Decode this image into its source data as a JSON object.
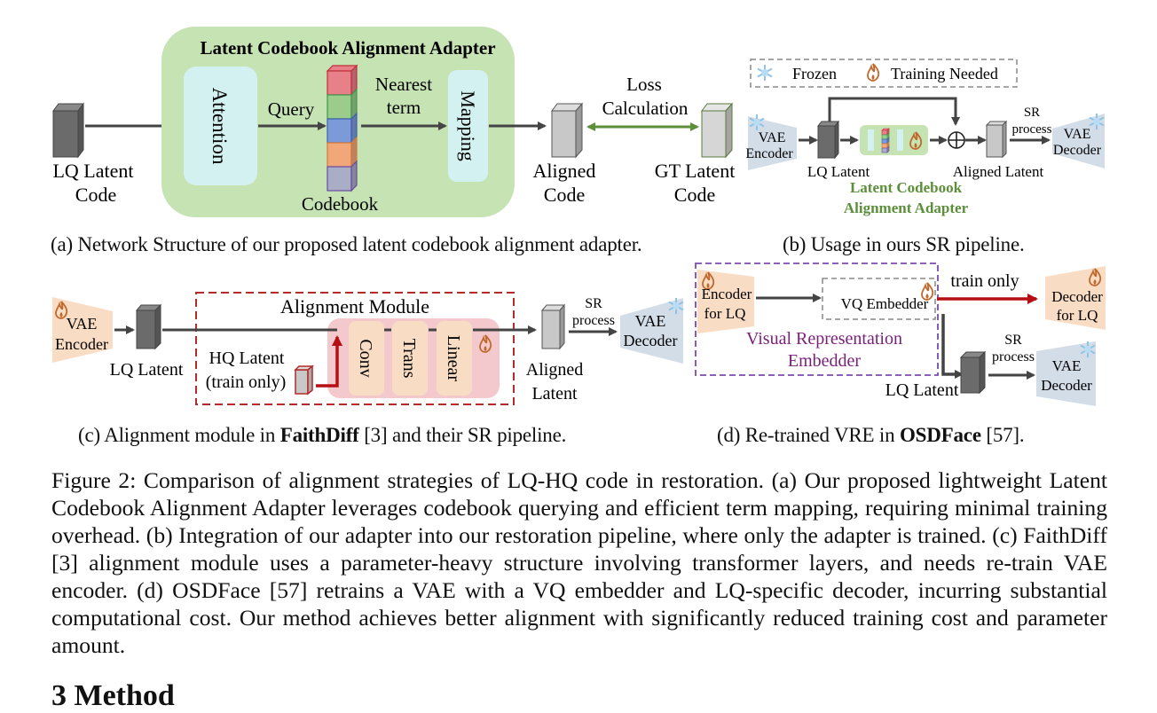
{
  "figure": {
    "panel_a": {
      "adapter_title": "Latent Codebook Alignment Adapter",
      "lq_latent_label": [
        "LQ Latent",
        "Code"
      ],
      "attention_label": "Attention",
      "query_label": "Query",
      "codebook_label": "Codebook",
      "nearest_term_label": [
        "Nearest",
        "term"
      ],
      "mapping_label": "Mapping",
      "aligned_code_label": [
        "Aligned",
        "Code"
      ],
      "loss_label": [
        "Loss",
        "Calculation"
      ],
      "gt_latent_label": [
        "GT Latent",
        "Code"
      ],
      "codebook_colors": [
        "#e8808a",
        "#9ccc8c",
        "#7d9ad8",
        "#f2a77a",
        "#a9adc6"
      ],
      "caption": "(a) Network Structure of our proposed latent codebook alignment adapter."
    },
    "panel_b": {
      "legend_frozen": "Frozen",
      "legend_training": "Training Needed",
      "vae_encoder_label": [
        "VAE",
        "Encoder"
      ],
      "lq_latent_label": "LQ Latent",
      "adapter_label": [
        "Latent Codebook",
        "Alignment Adapter"
      ],
      "aligned_latent_label": "Aligned Latent",
      "sr_process_label": [
        "SR",
        "process"
      ],
      "vae_decoder_label": [
        "VAE",
        "Decoder"
      ],
      "caption": "(b) Usage in ours SR pipeline."
    },
    "panel_c": {
      "vae_encoder_label": [
        "VAE",
        "Encoder"
      ],
      "lq_latent_label": "LQ Latent",
      "module_title": "Alignment Module",
      "hq_latent_label": [
        "HQ Latent",
        "(train only)"
      ],
      "layers": [
        "Conv",
        "Trans",
        "Linear"
      ],
      "aligned_latent_label": [
        "Aligned",
        "Latent"
      ],
      "sr_process_label": [
        "SR",
        "process"
      ],
      "vae_decoder_label": [
        "VAE",
        "Decoder"
      ],
      "caption_prefix": "(c) Alignment module in ",
      "caption_bold": "FaithDiff",
      "caption_suffix": " [3] and their SR pipeline."
    },
    "panel_d": {
      "encoder_label": [
        "Encoder",
        "for LQ"
      ],
      "vq_embedder_label": "VQ Embedder",
      "vre_label": [
        "Visual Representation",
        "Embedder"
      ],
      "train_only_label": "train only",
      "decoder_lq_label": [
        "Decoder",
        "for LQ"
      ],
      "lq_latent_label": "LQ Latent",
      "sr_process_label": [
        "SR",
        "process"
      ],
      "vae_decoder_label": [
        "VAE",
        "Decoder"
      ],
      "caption_prefix": "(d) Re-trained VRE in ",
      "caption_bold": "OSDFace",
      "caption_suffix": " [57]."
    },
    "colors": {
      "adapter_green": "#c6e3b4",
      "adapter_text_green": "#5b8f3a",
      "attention_cyan": "#d4f1f1",
      "frozen_blue": "#d3dde8",
      "trained_orange": "#f9dcc4",
      "flame": "#c0692d",
      "red_dashed": "#b52a2a",
      "purple_dashed": "#7a4ab0",
      "vre_text_purple": "#7a1f7a",
      "loss_arrow_green": "#5b8f3a",
      "train_only_red": "#b50f14"
    }
  },
  "caption": {
    "text": "Figure 2: Comparison of alignment strategies of LQ-HQ code in restoration.  (a) Our proposed lightweight Latent Codebook Alignment Adapter leverages codebook querying and efficient term mapping, requiring minimal training overhead. (b) Integration of our adapter into our restoration pipeline, where only the adapter is trained. (c) FaithDiff [3] alignment module uses a parameter-heavy structure involving transformer layers, and needs re-train VAE encoder. (d) OSDFace [57] retrains a VAE with a VQ embedder and LQ-specific decoder, incurring substantial computational cost. Our method achieves better alignment with significantly reduced training cost and parameter amount."
  },
  "next_section": {
    "heading": "3   Method"
  }
}
